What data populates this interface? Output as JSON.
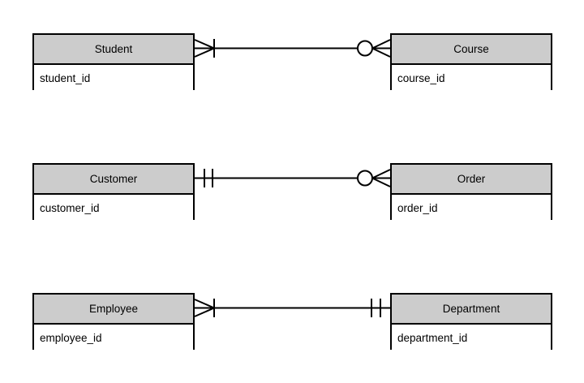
{
  "diagram": {
    "type": "er-diagram-crows-foot",
    "background_color": "#ffffff",
    "header_fill": "#cccccc",
    "body_fill": "#ffffff",
    "line_color": "#000000",
    "relationships": [
      {
        "id": "student-course",
        "left_entity": {
          "name": "Student",
          "attribute": "student_id"
        },
        "right_entity": {
          "name": "Course",
          "attribute": "course_id"
        },
        "left_cardinality": "one-or-many",
        "right_cardinality": "zero-or-many"
      },
      {
        "id": "customer-order",
        "left_entity": {
          "name": "Customer",
          "attribute": "customer_id"
        },
        "right_entity": {
          "name": "Order",
          "attribute": "order_id"
        },
        "left_cardinality": "exactly-one",
        "right_cardinality": "zero-or-many"
      },
      {
        "id": "employee-department",
        "left_entity": {
          "name": "Employee",
          "attribute": "employee_id"
        },
        "right_entity": {
          "name": "Department",
          "attribute": "department_id"
        },
        "left_cardinality": "one-or-many",
        "right_cardinality": "exactly-one"
      }
    ]
  }
}
